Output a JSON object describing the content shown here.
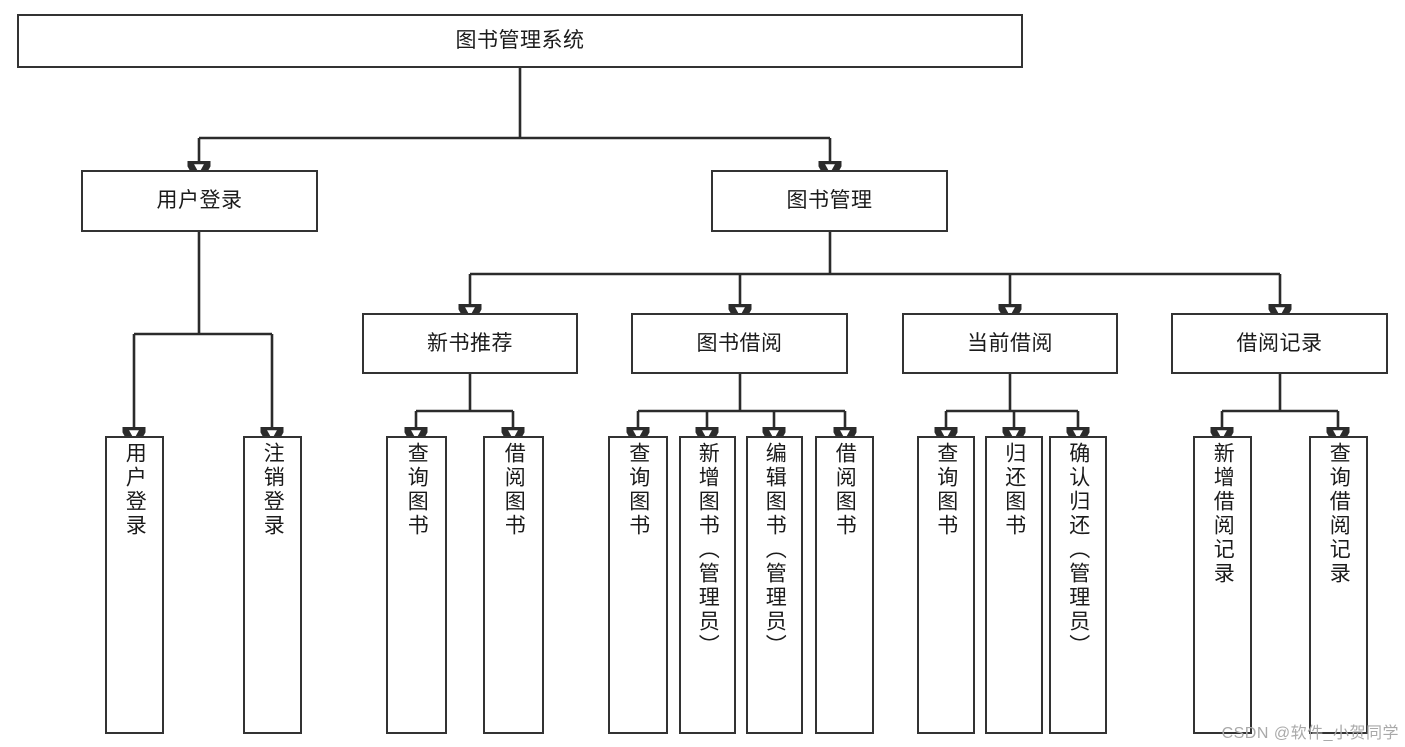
{
  "diagram": {
    "title": "图书管理系统",
    "type": "tree",
    "root": {
      "label": "图书管理系统"
    },
    "level2": [
      {
        "label": "用户登录"
      },
      {
        "label": "图书管理"
      }
    ],
    "level3": [
      {
        "label": "新书推荐"
      },
      {
        "label": "图书借阅"
      },
      {
        "label": "当前借阅"
      },
      {
        "label": "借阅记录"
      }
    ],
    "leaves": {
      "user_login": [
        {
          "label": "用户登录"
        },
        {
          "label": "注销登录"
        }
      ],
      "new_book": [
        {
          "label": "查询图书"
        },
        {
          "label": "借阅图书"
        }
      ],
      "book_borrow": [
        {
          "label": "查询图书"
        },
        {
          "label": "新增图书（管理员）"
        },
        {
          "label": "编辑图书（管理员）"
        },
        {
          "label": "借阅图书"
        }
      ],
      "current_borrow": [
        {
          "label": "查询图书"
        },
        {
          "label": "归还图书"
        },
        {
          "label": "确认归还（管理员）"
        }
      ],
      "borrow_record": [
        {
          "label": "新增借阅记录"
        },
        {
          "label": "查询借阅记录"
        }
      ]
    }
  },
  "watermark": {
    "text": "CSDN @软件_小贺同学"
  },
  "colors": {
    "box_border": "#333333",
    "line": "#2b2b2b",
    "text": "#1b1b1b",
    "background": "#ffffff",
    "watermark": "#a9a9a9"
  }
}
